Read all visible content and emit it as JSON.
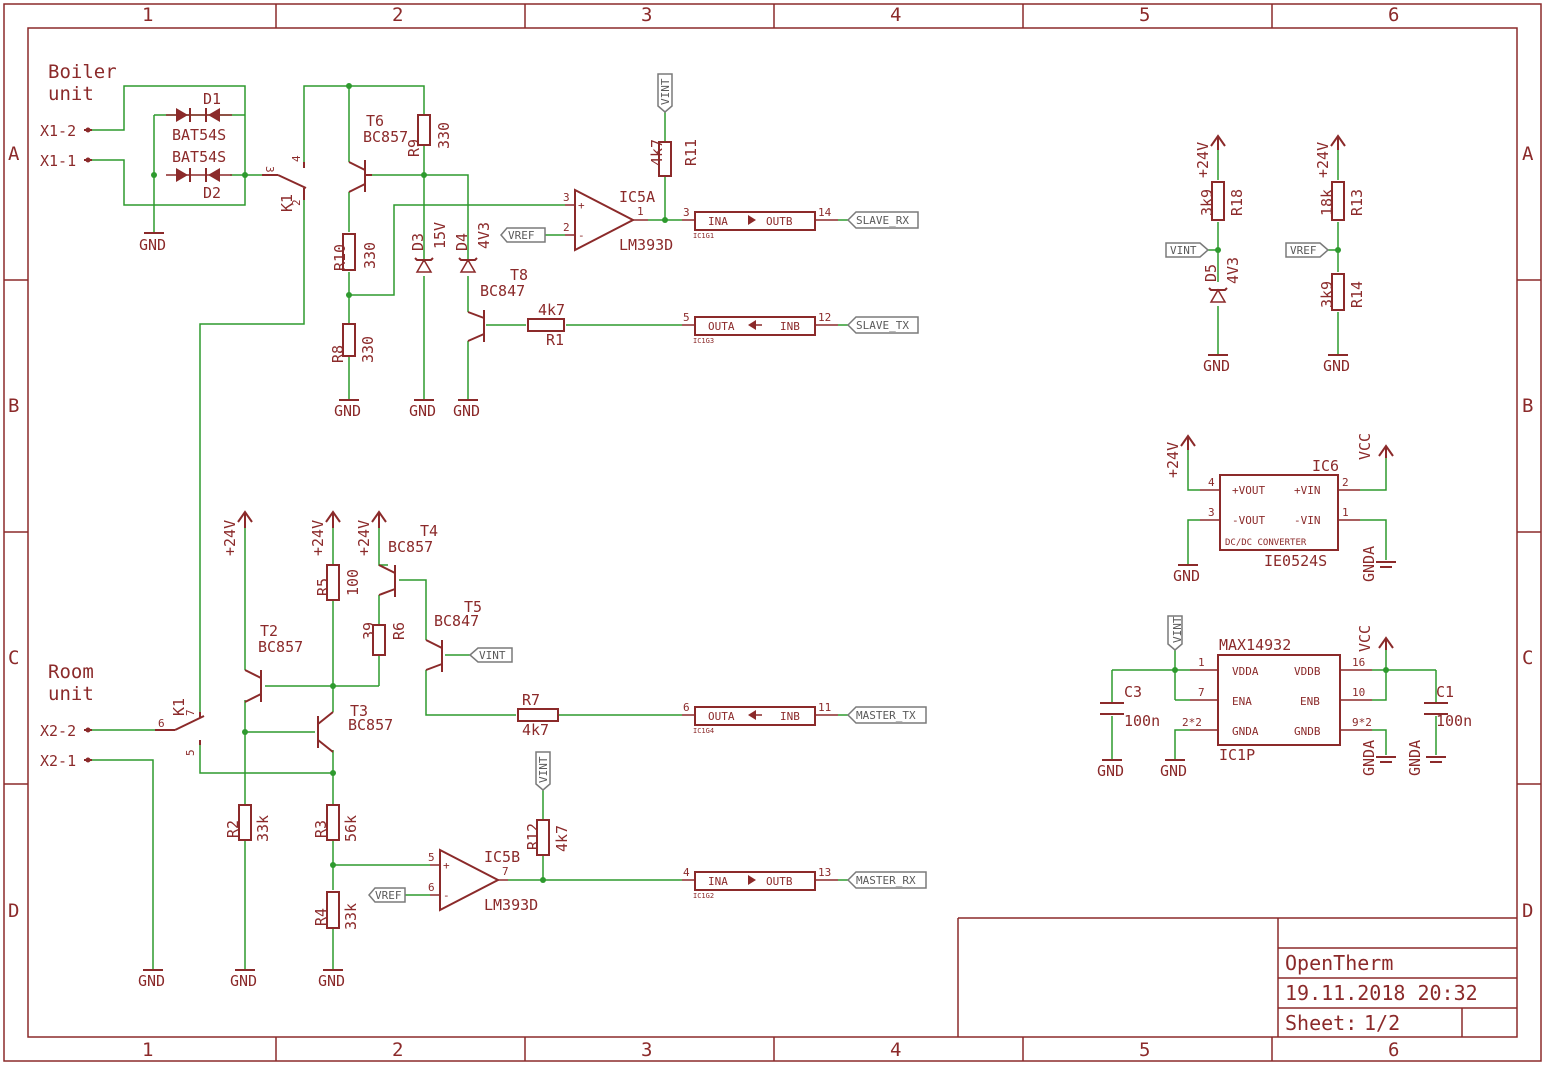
{
  "frame": {
    "columns": [
      "1",
      "2",
      "3",
      "4",
      "5",
      "6"
    ],
    "rows": [
      "A",
      "B",
      "C",
      "D"
    ]
  },
  "colors": {
    "symbol": "#8b2a2a",
    "wire": "#2e9a2e",
    "label": "#7a7a7a"
  },
  "title_block": {
    "title": "OpenTherm",
    "date": "19.11.2018 20:32",
    "sheet_label": "Sheet:",
    "sheet_value": "1/2"
  },
  "schematic": {
    "boiler_unit": [
      "Boiler",
      "unit"
    ],
    "room_unit": [
      "Room",
      "unit"
    ],
    "connectors": {
      "x1_2": "X1-2",
      "x1_1": "X1-1",
      "x2_2": "X2-2",
      "x2_1": "X2-1"
    },
    "diodes": {
      "d1": "D1",
      "d1_val": "BAT54S",
      "d2": "D2",
      "d2_val": "BAT54S",
      "d3": "D3",
      "d3_val": "15V",
      "d4": "D4",
      "d4_val": "4V3",
      "d5": "D5",
      "d5_val": "4V3"
    },
    "relay": {
      "k1": "K1",
      "k1b": "K1",
      "p2": "2",
      "p3": "3",
      "p4": "4",
      "p5": "5",
      "p6": "6",
      "p7": "7"
    },
    "transistors": {
      "t2": "T2",
      "t2_val": "BC857",
      "t3": "T3",
      "t3_val": "BC857",
      "t4": "T4",
      "t4_val": "BC857",
      "t5": "T5",
      "t5_val": "BC847",
      "t6": "T6",
      "t6_val": "BC857",
      "t8": "T8",
      "t8_val": "BC847"
    },
    "resistors": {
      "r1": "R1",
      "r1_val": "4k7",
      "r2": "R2",
      "r2_val": "33k",
      "r3": "R3",
      "r3_val": "56k",
      "r4": "R4",
      "r4_val": "33k",
      "r5": "R5",
      "r5_val": "100",
      "r6": "R6",
      "r6_val": "39",
      "r7": "R7",
      "r7_val": "4k7",
      "r8": "R8",
      "r8_val": "330",
      "r9": "R9",
      "r9_val": "330",
      "r10": "R10",
      "r10_val": "330",
      "r11": "R11",
      "r11_val": "4k7",
      "r12": "R12",
      "r12_val": "4k7",
      "r13": "R13",
      "r13_val": "18k",
      "r14": "R14",
      "r14_val": "3k9",
      "r18": "R18",
      "r18_val": "3k9"
    },
    "comparators": {
      "ic5a": "IC5A",
      "ic5a_val": "LM393D",
      "ic5b": "IC5B",
      "ic5b_val": "LM393D",
      "plus": "+",
      "minus": "-",
      "pin1": "1",
      "pin2": "2",
      "pin3": "3",
      "pin5": "5",
      "pin6": "6",
      "pin7": "7"
    },
    "isolator_gates": {
      "ina": "INA",
      "outb": "OUTB",
      "outa": "OUTA",
      "inb": "INB",
      "g1": "IC1G1",
      "g2": "IC1G2",
      "g3": "IC1G3",
      "g4": "IC1G4",
      "p3": "3",
      "p14": "14",
      "p5": "5",
      "p12": "12",
      "p6": "6",
      "p11": "11",
      "p4": "4",
      "p13": "13"
    },
    "net_labels": {
      "slave_rx": "SLAVE_RX",
      "slave_tx": "SLAVE_TX",
      "master_tx": "MASTER_TX",
      "master_rx": "MASTER_RX",
      "vref": "VREF",
      "vint": "VINT"
    },
    "supplies": {
      "p24v": "+24V",
      "gnd": "GND",
      "vcc": "VCC",
      "gnda": "GNDA"
    },
    "dcdc": {
      "name": "IC6",
      "value": "IE0524S",
      "inner": "DC/DC CONVERTER",
      "pins": {
        "vout_p": "+VOUT",
        "vin_p": "+VIN",
        "vout_n": "-VOUT",
        "vin_n": "-VIN"
      },
      "nums": {
        "p4": "4",
        "p2": "2",
        "p3": "3",
        "p1": "1"
      }
    },
    "max14932": {
      "part": "MAX14932",
      "name": "IC1P",
      "pins": {
        "vdda": "VDDA",
        "vddb": "VDDB",
        "ena": "ENA",
        "enb": "ENB",
        "gnda": "GNDA",
        "gndb": "GNDB"
      },
      "nums": {
        "p1": "1",
        "p16": "16",
        "p7": "7",
        "p10": "10",
        "p2x2": "2*2",
        "p9x2": "9*2"
      }
    },
    "caps": {
      "c1": "C1",
      "c1_val": "100n",
      "c3": "C3",
      "c3_val": "100n"
    }
  }
}
